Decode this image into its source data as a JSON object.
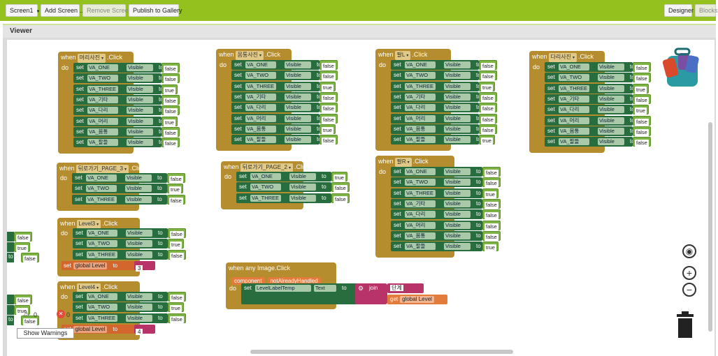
{
  "toolbar": {
    "screen_select": "Screen1",
    "add_screen": "Add Screen ...",
    "remove_screen": "Remove Screen",
    "publish": "Publish to Gallery",
    "designer": "Designer",
    "blocks": "Blocks"
  },
  "viewer": {
    "title": "Viewer"
  },
  "kw": {
    "when": "when",
    "do": "do",
    "set": "set",
    "to": "to",
    "visible": "Visible",
    "click": ".Click",
    "text": "Text",
    "join": "join",
    "get": "get"
  },
  "blocks": {
    "b1": {
      "comp": "머리사진",
      "rows": [
        [
          "VA_ONE",
          "false"
        ],
        [
          "VA_TWO",
          "false"
        ],
        [
          "VA_THREE",
          "true"
        ],
        [
          "VA_기타",
          "false"
        ],
        [
          "VA_다리",
          "false"
        ],
        [
          "VA_머리",
          "true"
        ],
        [
          "VA_몸통",
          "false"
        ],
        [
          "VA_팔들",
          "false"
        ]
      ]
    },
    "b2": {
      "comp": "몸통사진",
      "rows": [
        [
          "VA_ONE",
          "false"
        ],
        [
          "VA_TWO",
          "false"
        ],
        [
          "VA_THREE",
          "true"
        ],
        [
          "VA_기타",
          "false"
        ],
        [
          "VA_다리",
          "false"
        ],
        [
          "VA_머리",
          "false"
        ],
        [
          "VA_몸통",
          "true"
        ],
        [
          "VA_팔들",
          "false"
        ]
      ]
    },
    "b3": {
      "comp": "팔L",
      "rows": [
        [
          "VA_ONE",
          "false"
        ],
        [
          "VA_TWO",
          "false"
        ],
        [
          "VA_THREE",
          "true"
        ],
        [
          "VA_기타",
          "false"
        ],
        [
          "VA_다리",
          "false"
        ],
        [
          "VA_머리",
          "false"
        ],
        [
          "VA_몸통",
          "false"
        ],
        [
          "VA_팔들",
          "true"
        ]
      ]
    },
    "b4": {
      "comp": "다리사진",
      "rows": [
        [
          "VA_ONE",
          "false"
        ],
        [
          "VA_TWO",
          "false"
        ],
        [
          "VA_THREE",
          "true"
        ],
        [
          "VA_기타",
          "false"
        ],
        [
          "VA_다리",
          "true"
        ],
        [
          "VA_머리",
          "false"
        ],
        [
          "VA_몸통",
          "false"
        ],
        [
          "VA_팔들",
          "false"
        ]
      ]
    },
    "b5": {
      "comp": "뒤로가기_PAGE_3",
      "rows": [
        [
          "VA_ONE",
          "false"
        ],
        [
          "VA_TWO",
          "true"
        ],
        [
          "VA_THREE",
          "false"
        ]
      ]
    },
    "b6": {
      "comp": "뒤로가기_PAGE_2",
      "rows": [
        [
          "VA_ONE",
          "true"
        ],
        [
          "VA_TWO",
          "false"
        ],
        [
          "VA_THREE",
          "false"
        ]
      ]
    },
    "b7": {
      "comp": "팔R",
      "rows": [
        [
          "VA_ONE",
          "false"
        ],
        [
          "VA_TWO",
          "false"
        ],
        [
          "VA_THREE",
          "true"
        ],
        [
          "VA_기타",
          "false"
        ],
        [
          "VA_다리",
          "false"
        ],
        [
          "VA_머리",
          "false"
        ],
        [
          "VA_몸통",
          "false"
        ],
        [
          "VA_팔들",
          "true"
        ]
      ]
    },
    "b8": {
      "comp": "Level3",
      "rows": [
        [
          "VA_ONE",
          "false"
        ],
        [
          "VA_TWO",
          "true"
        ],
        [
          "VA_THREE",
          "false"
        ]
      ],
      "global_label": "global Level",
      "global_value": "3"
    },
    "b9": {
      "comp": "Level4",
      "rows": [
        [
          "VA_ONE",
          "false"
        ],
        [
          "VA_TWO",
          "true"
        ],
        [
          "VA_THREE",
          "false"
        ]
      ],
      "global_label": "global Level",
      "global_value": "4"
    }
  },
  "any_image": {
    "title": "when any Image.Click",
    "param1": "component",
    "param2": "notAlreadyHandled",
    "target": "LevelLabelTemp",
    "text_literal": "단계",
    "get_label": "global Level"
  },
  "fragments": {
    "left_top": [
      "false",
      "true",
      "false"
    ],
    "left_bottom": [
      "false",
      "true",
      "false"
    ],
    "warn_count": "0",
    "error_count": "0"
  },
  "show_warnings": "Show Warnings",
  "colors": {
    "toolbar": "#95c11f",
    "event": "#b58d2e",
    "setter": "#286d3d",
    "boolean": "#7cb342",
    "text": "#b83468",
    "variable": "#d3662c"
  }
}
